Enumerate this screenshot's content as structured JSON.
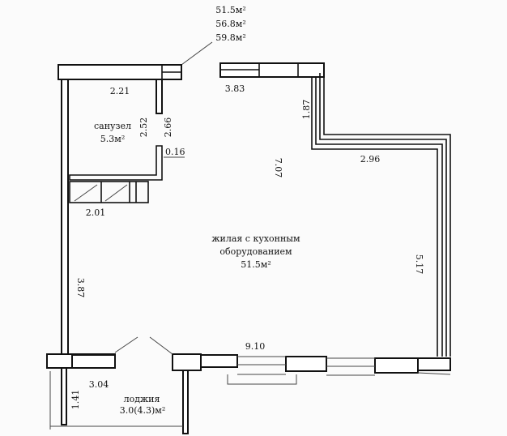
{
  "areas_legend": [
    "51.5м²",
    "56.8м²",
    "59.8м²"
  ],
  "rooms": {
    "bathroom": {
      "name": "санузел",
      "area": "5.3м²"
    },
    "living": {
      "name_line1": "жилая с кухонным",
      "name_line2": "оборудованием",
      "area": "51.5м²"
    },
    "loggia": {
      "name": "лоджия",
      "area": "3.0(4.3)м²"
    }
  },
  "dimensions": {
    "top_left": "2.21",
    "top_right": "3.83",
    "right_step": "1.87",
    "step_width": "2.96",
    "depth": "7.07",
    "bath_inner": "2.52",
    "bath_outer": "2.66",
    "wall_thickness": "0.16",
    "shaft": "2.01",
    "left_lower": "3.87",
    "right_lower": "5.17",
    "bottom": "9.10",
    "loggia_width": "3.04",
    "loggia_depth": "1.41"
  }
}
